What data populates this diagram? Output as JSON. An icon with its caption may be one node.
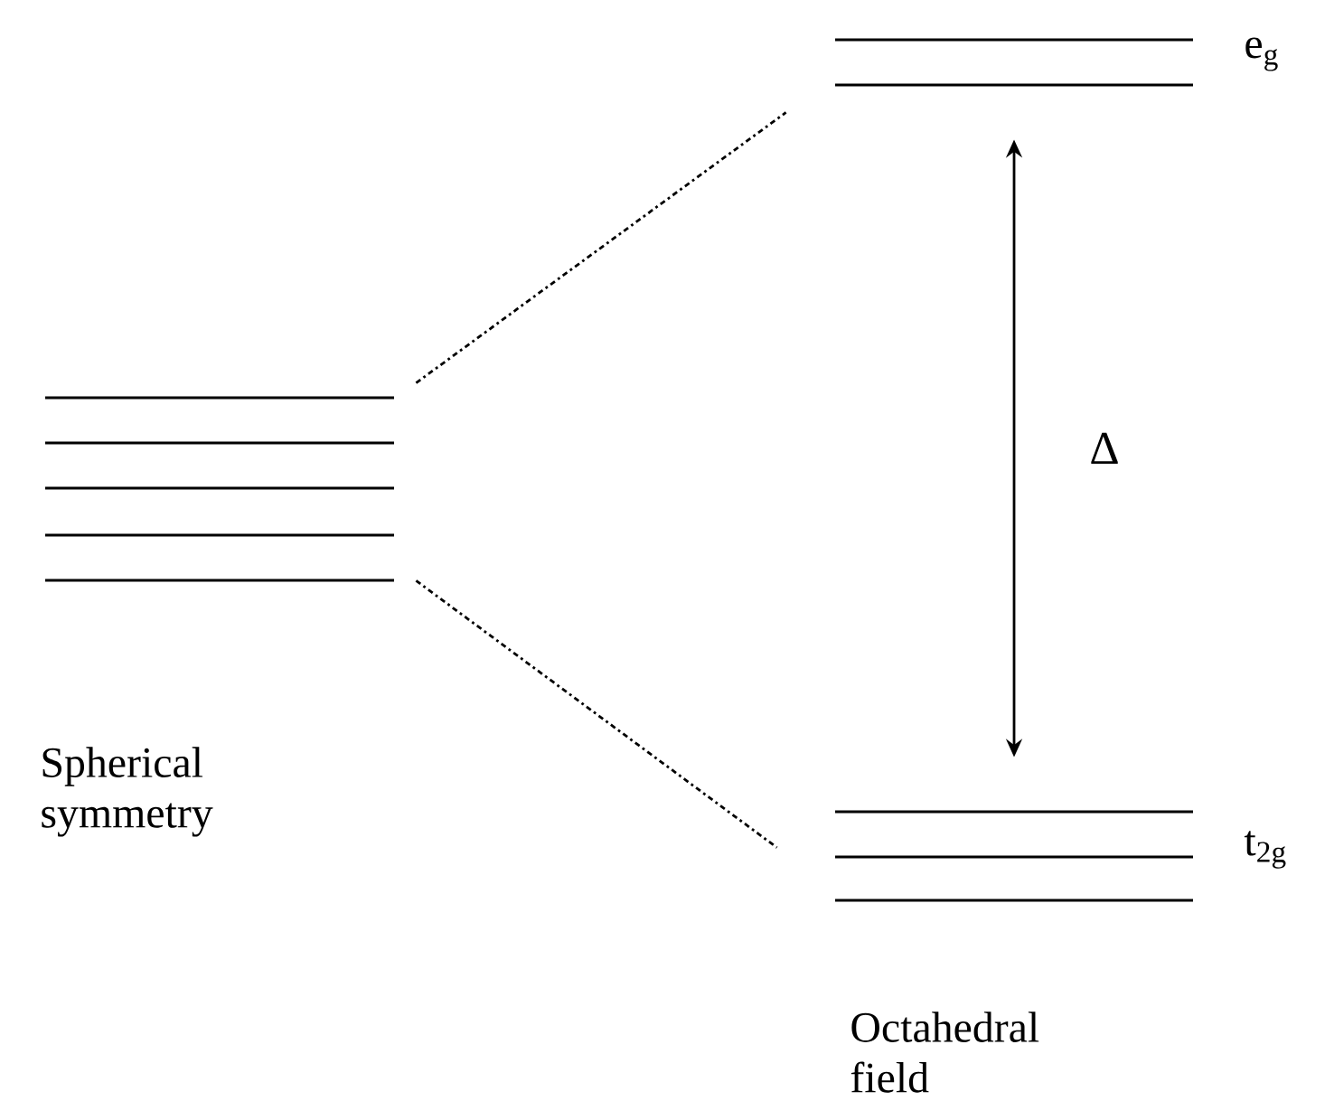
{
  "diagram": {
    "nodes": [
      {
        "text": [],
        "shape": "bar",
        "beside": [
          "Spherical symmetry"
        ]
      },
      {
        "text": [],
        "shape": "bar",
        "beside": [
          "e$_{g}$"
        ]
      },
      {
        "text": [],
        "shape": "bar",
        "beside": [
          "t$_{2g}$",
          "Octahedral field"
        ]
      }
    ],
    "edges": [
      {
        "from": 0,
        "to": 1,
        "arrow": "none",
        "style": "dashed"
      },
      {
        "from": 0,
        "to": 2,
        "arrow": "none",
        "style": "dashed"
      },
      {
        "from": 1,
        "to": 2,
        "arrow": "both",
        "label": "Δ"
      }
    ]
  }
}
